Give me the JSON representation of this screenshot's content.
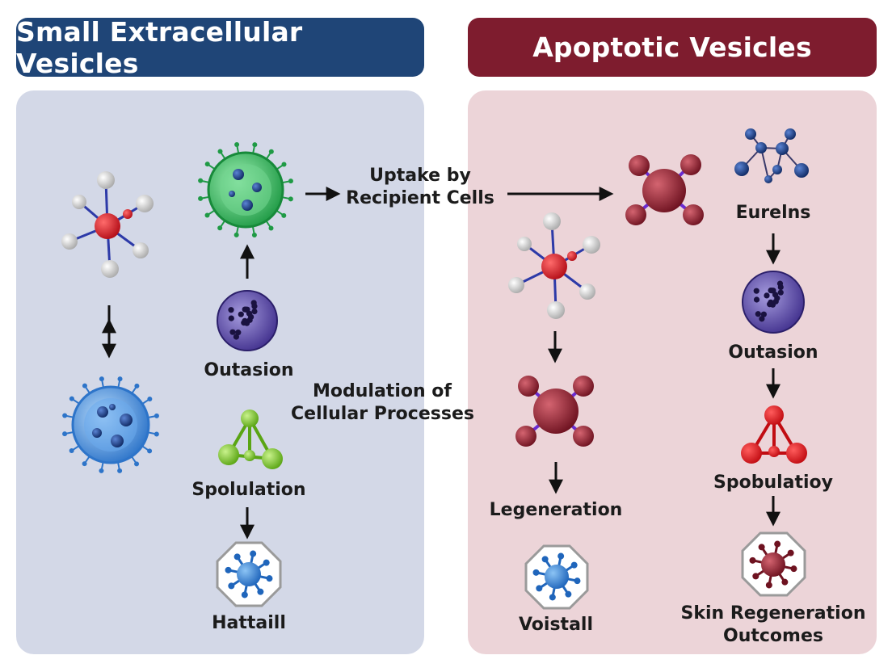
{
  "headers": {
    "left": "Small Extracellular Vesicles",
    "right": "Apoptotic Vesicles"
  },
  "labels": {
    "uptake": [
      "Uptake by",
      "Recipient Cells"
    ],
    "modulation": [
      "Modulation of",
      "Cellular Processes"
    ],
    "left_outasion": "Outasion",
    "left_spolulation": "Spolulation",
    "left_hattaill": "Hattaill",
    "right_eurelns": "Eurelns",
    "right_outasion": "Outasion",
    "right_spobulatioy": "Spobulatioy",
    "right_legeneration": "Legeneration",
    "right_voistall": "Voistall",
    "right_outcomes": [
      "Skin Regeneration",
      "Outcomes"
    ]
  },
  "colors": {
    "left_header": "#1f4577",
    "right_header": "#7e1c2e",
    "left_panel": "#d3d8e7",
    "right_panel": "#ecd4d8"
  }
}
